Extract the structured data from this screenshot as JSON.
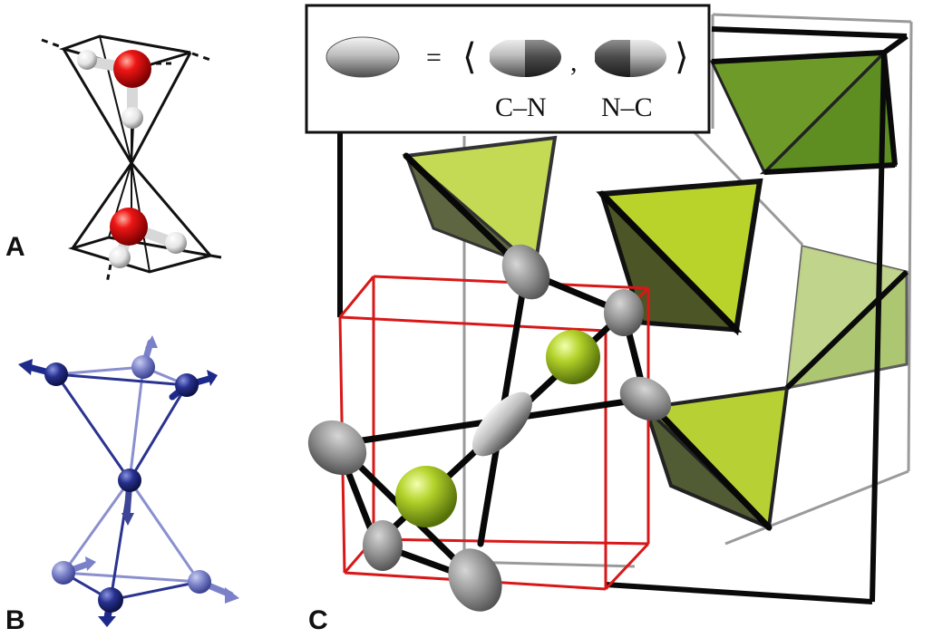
{
  "panels": {
    "a": {
      "label": "A"
    },
    "b": {
      "label": "B"
    },
    "c": {
      "label": "C"
    }
  },
  "legend": {
    "equals": "=",
    "bracket_open": "⟨",
    "bracket_close": "⟩",
    "comma": ",",
    "item1": "C–N",
    "item2": "N–C"
  },
  "colors": {
    "oxygen": "#e01010",
    "hydrogen": "#f2f2f2",
    "blue": "#1e2a8a",
    "lime": "#b7d135",
    "lime_dark": "#4d5c24",
    "red_cube": "#d81818",
    "gray_disc": "#8a8a8a"
  }
}
